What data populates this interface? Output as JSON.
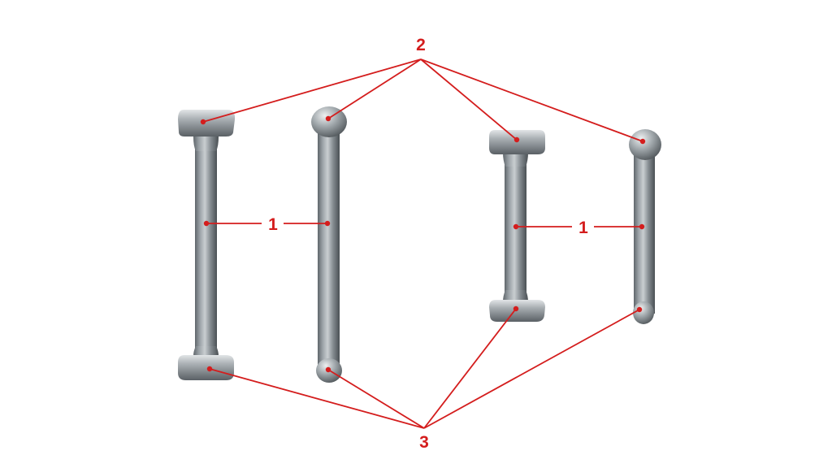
{
  "diagram": {
    "callout_color": "#d41d1d",
    "metal_color": "#8c9398",
    "labels": {
      "part_1_left": "1",
      "part_1_right": "1",
      "part_2": "2",
      "part_3": "3"
    },
    "rivets": [
      {
        "id": "rivet-1",
        "head_shape": "flat"
      },
      {
        "id": "rivet-2",
        "head_shape": "round"
      },
      {
        "id": "rivet-3",
        "head_shape": "flat"
      },
      {
        "id": "rivet-4",
        "head_shape": "round"
      }
    ]
  }
}
